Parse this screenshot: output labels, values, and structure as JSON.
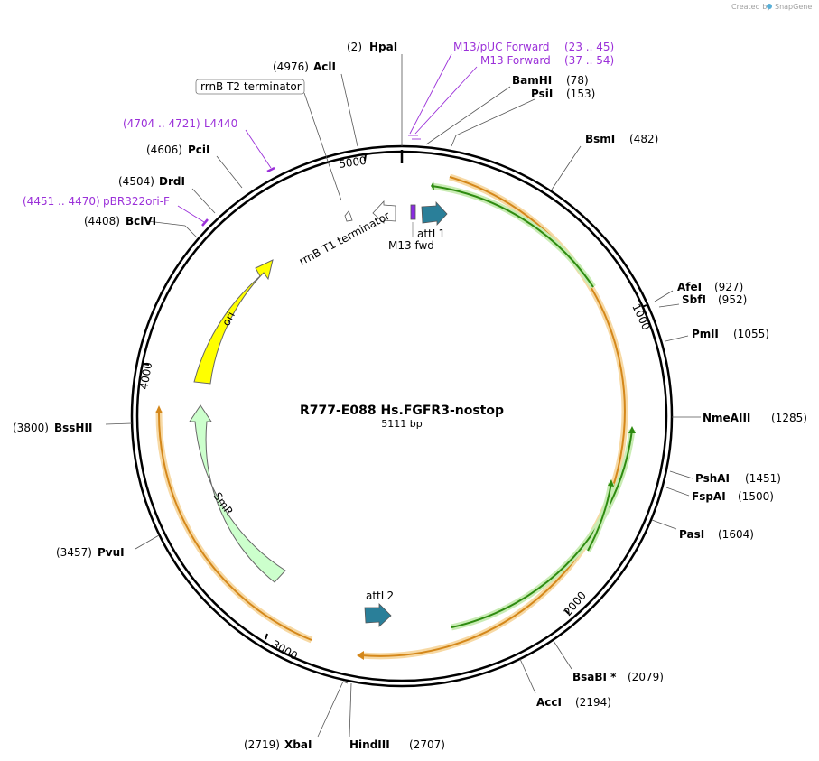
{
  "credit": {
    "text": "Created by",
    "brand": "SnapGene"
  },
  "plasmid": {
    "name": "R777-E088 Hs.FGFR3-nostop",
    "length": "5111 bp"
  },
  "ruler_ticks": [
    "5000",
    "1000",
    "2000",
    "3000",
    "4000"
  ],
  "enzymes": [
    {
      "name": "HpaI",
      "pos": "(2)"
    },
    {
      "name": "AclI",
      "pos": "(4976)"
    },
    {
      "name": "BamHI",
      "pos": "(78)"
    },
    {
      "name": "PsiI",
      "pos": "(153)"
    },
    {
      "name": "BsmI",
      "pos": "(482)"
    },
    {
      "name": "PciI",
      "pos": "(4606)"
    },
    {
      "name": "DrdI",
      "pos": "(4504)"
    },
    {
      "name": "BclVI",
      "pos": "(4408)"
    },
    {
      "name": "AfeI",
      "pos": "(927)"
    },
    {
      "name": "SbfI",
      "pos": "(952)"
    },
    {
      "name": "PmlI",
      "pos": "(1055)"
    },
    {
      "name": "NmeAIII",
      "pos": "(1285)"
    },
    {
      "name": "BssHII",
      "pos": "(3800)"
    },
    {
      "name": "PshAI",
      "pos": "(1451)"
    },
    {
      "name": "FspAI",
      "pos": "(1500)"
    },
    {
      "name": "PasI",
      "pos": "(1604)"
    },
    {
      "name": "PvuI",
      "pos": "(3457)"
    },
    {
      "name": "BsaBI *",
      "pos": "(2079)"
    },
    {
      "name": "AccI",
      "pos": "(2194)"
    },
    {
      "name": "XbaI",
      "pos": "(2719)"
    },
    {
      "name": "HindIII",
      "pos": "(2707)"
    }
  ],
  "primers": [
    {
      "name": "M13/pUC Forward",
      "pos": "(23 .. 45)"
    },
    {
      "name": "M13 Forward",
      "pos": "(37 .. 54)"
    },
    {
      "name": "L4440",
      "pos": "(4704 .. 4721)"
    },
    {
      "name": "pBR322ori-F",
      "pos": "(4451 .. 4470)"
    }
  ],
  "boxed_label": "rrnB T2 terminator",
  "features": {
    "rrnb_t1": "rrnB T1 terminator",
    "attl1": "attL1",
    "m13fwd": "M13 fwd",
    "attl2": "attL2",
    "ori": "ori",
    "smr": "SmR"
  },
  "colors": {
    "backbone": "#000000",
    "orf": "#f5a623",
    "orf_glow": "#f7d9a4",
    "green": "#2e8b10",
    "green_glow": "#c9ecb4",
    "att": "#2a7f99",
    "ori": "#ffff00",
    "smr": "#ccffcc",
    "primer": "#9b30d9"
  }
}
